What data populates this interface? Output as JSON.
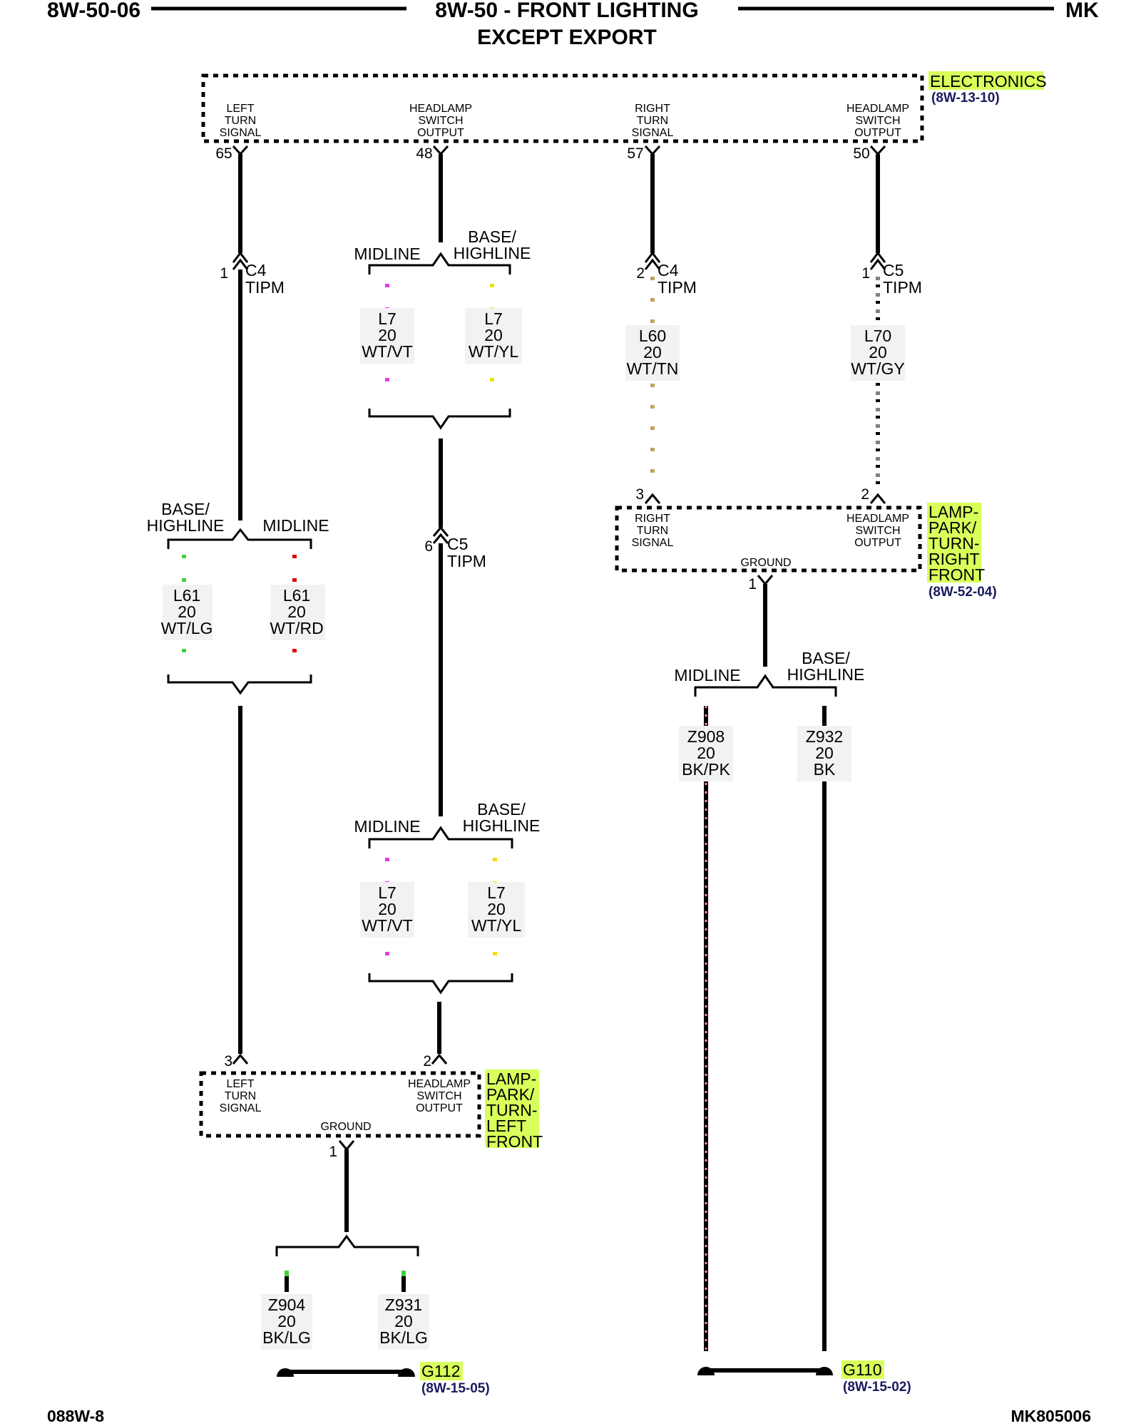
{
  "header": {
    "left_code": "8W-50-06",
    "title_line1": "8W-50 - FRONT LIGHTING",
    "title_line2": "EXCEPT EXPORT",
    "right_code": "MK"
  },
  "footer": {
    "left_code": "088W-8",
    "right_code": "MK805006"
  },
  "components": {
    "electronics": {
      "name": "ELECTRONICS",
      "ref": "(8W-13-10)",
      "pins": [
        {
          "num": "65",
          "label": [
            "LEFT",
            "TURN",
            "SIGNAL"
          ]
        },
        {
          "num": "48",
          "label": [
            "HEADLAMP",
            "SWITCH",
            "OUTPUT"
          ]
        },
        {
          "num": "57",
          "label": [
            "RIGHT",
            "TURN",
            "SIGNAL"
          ]
        },
        {
          "num": "50",
          "label": [
            "HEADLAMP",
            "SWITCH",
            "OUTPUT"
          ]
        }
      ]
    },
    "right_lamp": {
      "name": [
        "LAMP-",
        "PARK/",
        "TURN-",
        "RIGHT",
        "FRONT"
      ],
      "ref": "(8W-52-04)",
      "pin_turn": "3",
      "pin_switch": "2",
      "pin_ground": "1",
      "label_turn": [
        "RIGHT",
        "TURN",
        "SIGNAL"
      ],
      "label_switch": [
        "HEADLAMP",
        "SWITCH",
        "OUTPUT"
      ],
      "label_ground": "GROUND"
    },
    "left_lamp": {
      "name": [
        "LAMP-",
        "PARK/",
        "TURN-",
        "LEFT",
        "FRONT"
      ],
      "pin_turn": "3",
      "pin_switch": "2",
      "pin_ground": "1",
      "label_turn": [
        "LEFT",
        "TURN",
        "SIGNAL"
      ],
      "label_switch": [
        "HEADLAMP",
        "SWITCH",
        "OUTPUT"
      ],
      "label_ground": "GROUND"
    }
  },
  "connectors": {
    "c4_left": {
      "pin": "1",
      "name": "C4",
      "module": "TIPM"
    },
    "c4_right": {
      "pin": "2",
      "name": "C4",
      "module": "TIPM"
    },
    "c5_right": {
      "pin": "1",
      "name": "C5",
      "module": "TIPM"
    },
    "c5_middle": {
      "pin": "6",
      "name": "C5",
      "module": "TIPM"
    }
  },
  "variants": {
    "midline": "MIDLINE",
    "base_highline": [
      "BASE/",
      "HIGHLINE"
    ]
  },
  "wires": {
    "l7_vt_top": {
      "circuit": "L7",
      "gauge": "20",
      "color": "WT/VT"
    },
    "l7_yl_top": {
      "circuit": "L7",
      "gauge": "20",
      "color": "WT/YL"
    },
    "l7_vt_bot": {
      "circuit": "L7",
      "gauge": "20",
      "color": "WT/VT"
    },
    "l7_yl_bot": {
      "circuit": "L7",
      "gauge": "20",
      "color": "WT/YL"
    },
    "l60": {
      "circuit": "L60",
      "gauge": "20",
      "color": "WT/TN"
    },
    "l70": {
      "circuit": "L70",
      "gauge": "20",
      "color": "WT/GY"
    },
    "l61_lg": {
      "circuit": "L61",
      "gauge": "20",
      "color": "WT/LG"
    },
    "l61_rd": {
      "circuit": "L61",
      "gauge": "20",
      "color": "WT/RD"
    },
    "z908": {
      "circuit": "Z908",
      "gauge": "20",
      "color": "BK/PK"
    },
    "z932": {
      "circuit": "Z932",
      "gauge": "20",
      "color": "BK"
    },
    "z904": {
      "circuit": "Z904",
      "gauge": "20",
      "color": "BK/LG"
    },
    "z931": {
      "circuit": "Z931",
      "gauge": "20",
      "color": "BK/LG"
    }
  },
  "grounds": {
    "g112": {
      "name": "G112",
      "ref": "(8W-15-05)"
    },
    "g110": {
      "name": "G110",
      "ref": "(8W-15-02)"
    }
  },
  "colors": {
    "highlight": "#d8ff5a",
    "violet_tracer": "#e040e0",
    "yellow_tracer": "#f0e000",
    "tan_tracer": "#c8a060",
    "gray_tracer": "#808080",
    "lightgreen_tracer": "#40d040",
    "red_tracer": "#e00000",
    "pink_tracer": "#ff8fa0"
  }
}
